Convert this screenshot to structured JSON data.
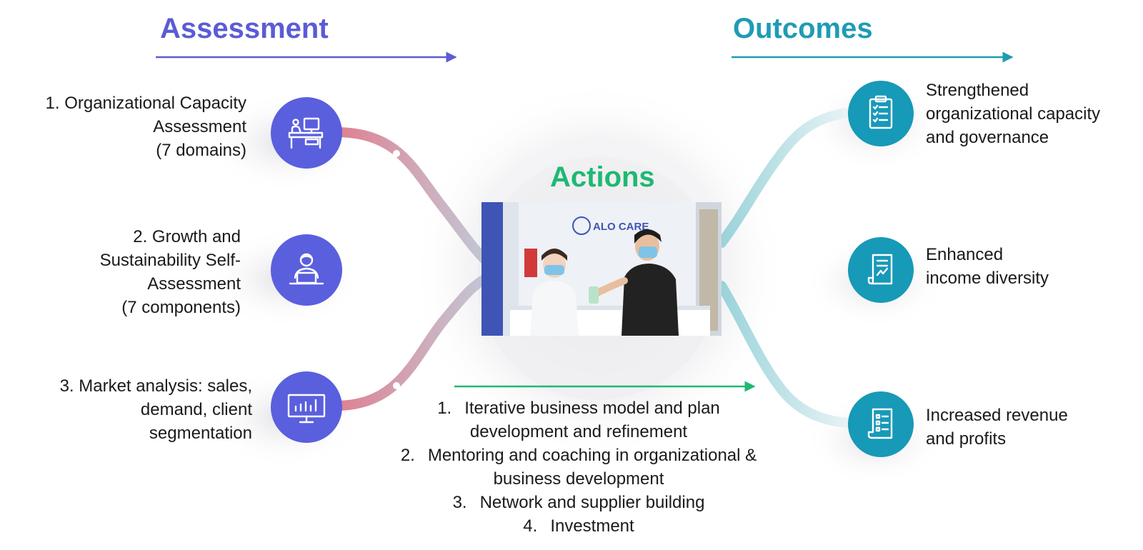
{
  "headings": {
    "assessment": "Assessment",
    "outcomes": "Outcomes",
    "actions": "Actions"
  },
  "colors": {
    "assessment": "#5b5bd6",
    "outcomes": "#1f9bb5",
    "actions": "#1fb874",
    "assessment_circle": "#5a5fdd",
    "outcome_circle": "#1799b8"
  },
  "assessment_items": [
    {
      "lines": [
        "1. Organizational Capacity",
        "Assessment",
        "(7 domains)"
      ],
      "icon": "desk-computer-icon"
    },
    {
      "lines": [
        "2. Growth and",
        "Sustainability Self-",
        "Assessment",
        "(7 components)"
      ],
      "icon": "person-laptop-icon"
    },
    {
      "lines": [
        "3. Market analysis: sales,",
        "demand, client",
        "segmentation"
      ],
      "icon": "monitor-chart-icon"
    }
  ],
  "outcome_items": [
    {
      "lines": [
        "Strengthened",
        "organizational capacity",
        "and governance"
      ],
      "icon": "checklist-clipboard-icon"
    },
    {
      "lines": [
        "Enhanced",
        "income diversity"
      ],
      "icon": "document-chart-icon"
    },
    {
      "lines": [
        "Increased revenue",
        "and profits"
      ],
      "icon": "receipt-list-icon"
    }
  ],
  "actions_list": [
    {
      "num": "1.",
      "lines": [
        "Iterative business model and plan",
        "development and refinement"
      ]
    },
    {
      "num": "2.",
      "lines": [
        "Mentoring and coaching in organizational &",
        "business development"
      ]
    },
    {
      "num": "3.",
      "lines": [
        "Network and supplier building"
      ]
    },
    {
      "num": "4.",
      "lines": [
        "Investment"
      ]
    }
  ],
  "photo": {
    "sign_text": "ALO CARE"
  }
}
